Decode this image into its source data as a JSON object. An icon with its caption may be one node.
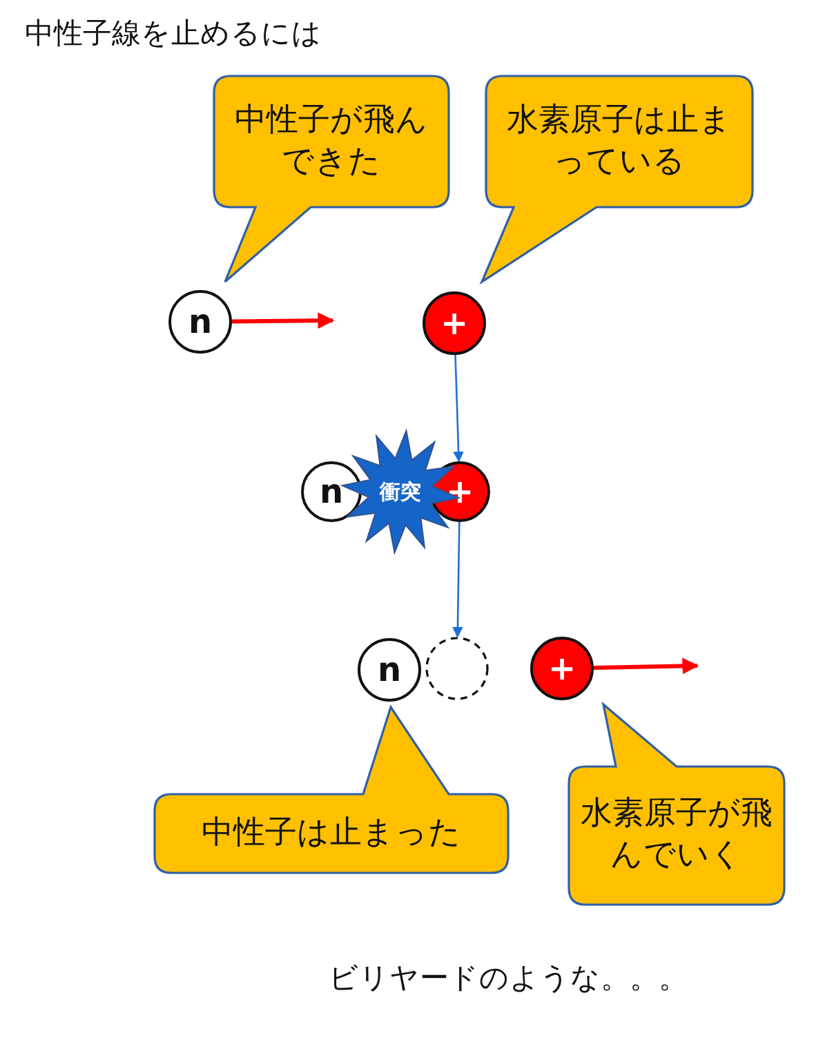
{
  "diagram": {
    "title": "中性子線を止めるには",
    "caption": "ビリヤードのような。。。",
    "nodes": [
      {
        "text": [
          "中性子が飛んできた"
        ]
      },
      {
        "text": [
          "水素原子は止まっている"
        ]
      },
      {
        "text": [
          "n"
        ]
      },
      {
        "text": [
          "+"
        ]
      },
      {
        "text": [
          "n"
        ]
      },
      {
        "text": [
          "衝突"
        ]
      },
      {
        "text": [
          "+"
        ]
      },
      {
        "text": [
          "n"
        ]
      },
      {
        "text": [],
        "shape": "circle"
      },
      {
        "text": [
          "+"
        ]
      },
      {
        "text": [
          "中性子は止まった"
        ]
      },
      {
        "text": [
          "水素原子が飛んでいく"
        ]
      }
    ],
    "edges": [
      {
        "from": 2,
        "to": null,
        "arrow": "to",
        "style": "thick",
        "color": "#ff0000"
      },
      {
        "from": 3,
        "to": 6,
        "arrow": "to",
        "color": "#1f6fd6"
      },
      {
        "from": 6,
        "to": 8,
        "arrow": "to",
        "color": "#1f6fd6"
      },
      {
        "from": 9,
        "to": null,
        "arrow": "to",
        "style": "thick",
        "color": "#ff0000"
      }
    ]
  }
}
